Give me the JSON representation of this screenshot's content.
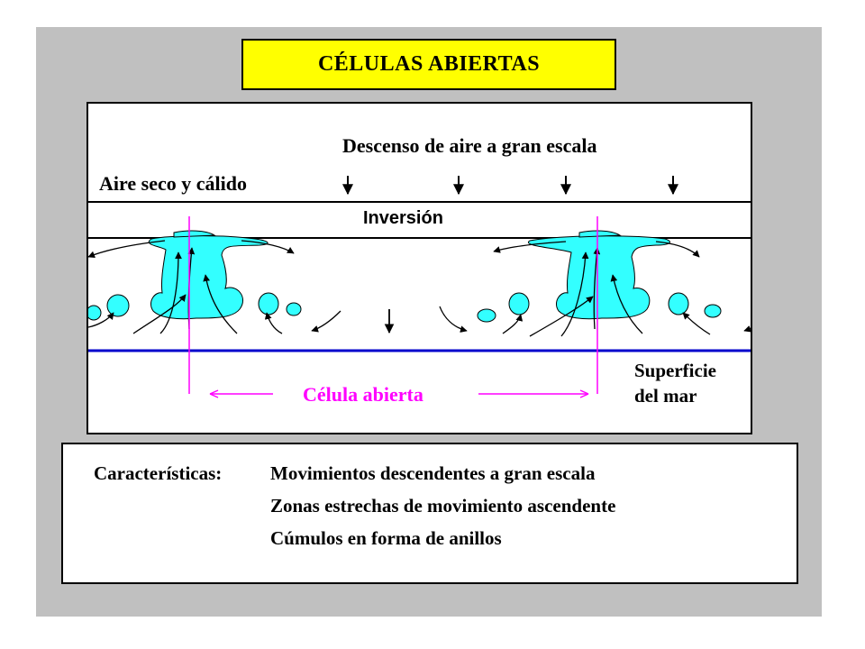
{
  "title": "CÉLULAS ABIERTAS",
  "diagram": {
    "descent_label": "Descenso de aire a gran escala",
    "dry_air_label": "Aire seco y cálido",
    "inversion_label": "Inversión",
    "surface_label_line1": "Superficie",
    "surface_label_line2": "del mar",
    "cell_label": "Célula abierta",
    "colors": {
      "cloud": "#33ffff",
      "sea_line": "#0000cc",
      "cell_marker": "#ff00ff"
    }
  },
  "characteristics": {
    "heading": "Características:",
    "items": [
      "Movimientos descendentes a gran escala",
      "Zonas estrechas de movimiento ascendente",
      "Cúmulos en forma de anillos"
    ]
  }
}
